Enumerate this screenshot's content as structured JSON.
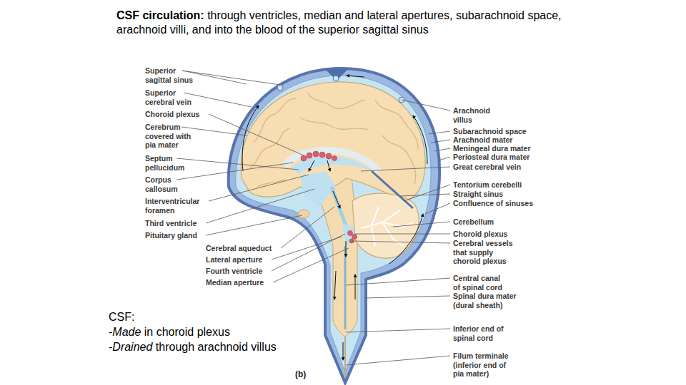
{
  "diagram": {
    "title": "CSF circulation: through ventricles, median and lateral apertures, subarachnoid space, arachnoid villi, and into the blood of the superior sagittal sinus",
    "labels": [
      "Superior sagittal sinus",
      "Superior cerebral vein",
      "Choroid plexus",
      "Cerebrum covered with pia mater",
      "Septum pellucidum",
      "Corpus callosum",
      "Interventricular foramen",
      "Third ventricle",
      "Pituitary gland",
      "Cerebral aqueduct",
      "Lateral aperture",
      "Fourth ventricle",
      "Median aperture",
      "Arachnoid villus",
      "Subarachnoid space",
      "Arachnoid mater",
      "Meningeal dura mater",
      "Periosteal dura mater",
      "Great cerebral vein",
      "Tentorium cerebelli",
      "Straight sinus",
      "Confluence of sinuses",
      "Cerebellum",
      "Choroid plexus",
      "Cerebral vessels that supply choroid plexus",
      "Central canal of spinal cord",
      "Spinal dura mater (dural sheath)",
      "Inferior end of spinal cord",
      "Filum terminale (inferior end of pia mater)",
      "(b)",
      "CSF:",
      "-Made in choroid plexus",
      "-Drained through arachnoid villus"
    ]
  }
}
